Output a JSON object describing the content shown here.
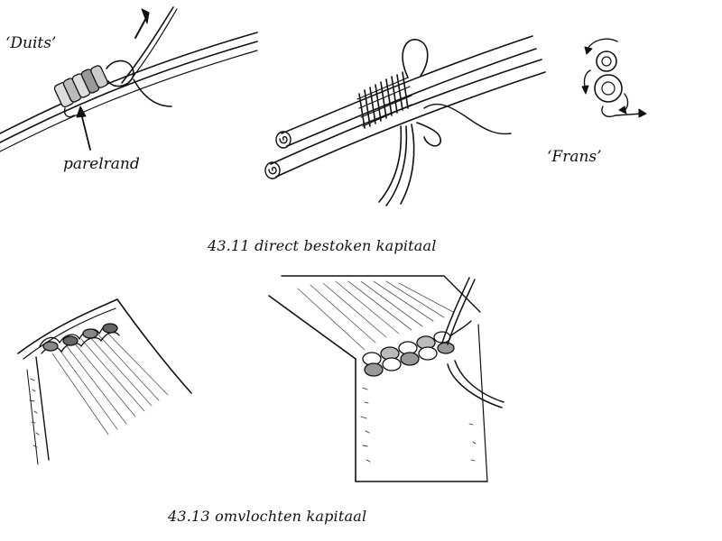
{
  "labels": {
    "duits": "‘Duits’",
    "parelrand": "parelrand",
    "frans": "‘Frans’"
  },
  "captions": {
    "direct": "43.11 direct bestoken kapitaal",
    "omvlochten": "43.13 omvlochten kapitaal"
  }
}
